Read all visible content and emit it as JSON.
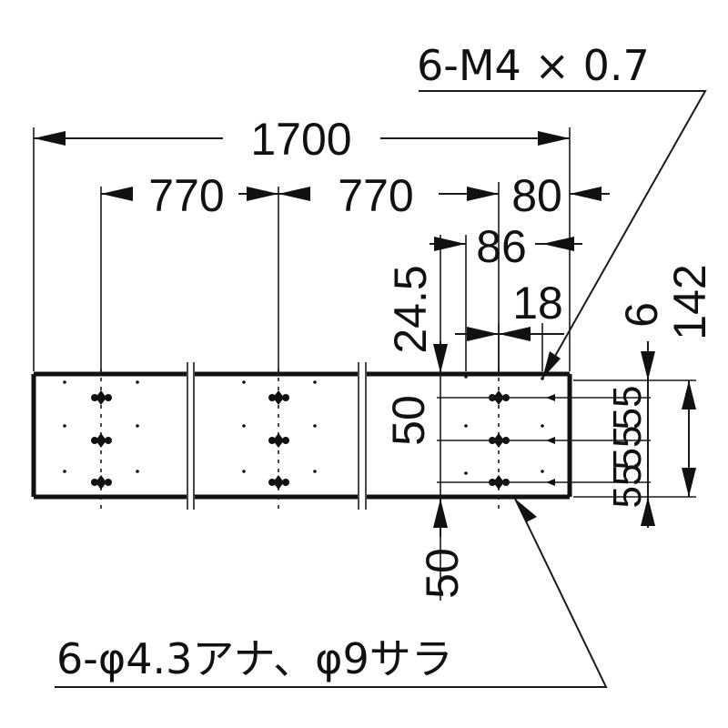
{
  "drawing": {
    "callout_thread": "6-M4 × 0.7",
    "callout_hole": "6-φ4.3アナ、φ9サラ",
    "dims": {
      "overall_length": "1700",
      "pitch_1": "770",
      "pitch_2": "770",
      "end_offset": "80",
      "block_width": "86",
      "hole_offset": "18",
      "edge_offset_left": "24.5",
      "row_height": "50",
      "bottom_offset": "50",
      "edge_top": "6",
      "total_height": "142",
      "row_pitch_upper": "55",
      "row_pitch_lower": "55",
      "row_pitch_lower_2": "55"
    }
  }
}
